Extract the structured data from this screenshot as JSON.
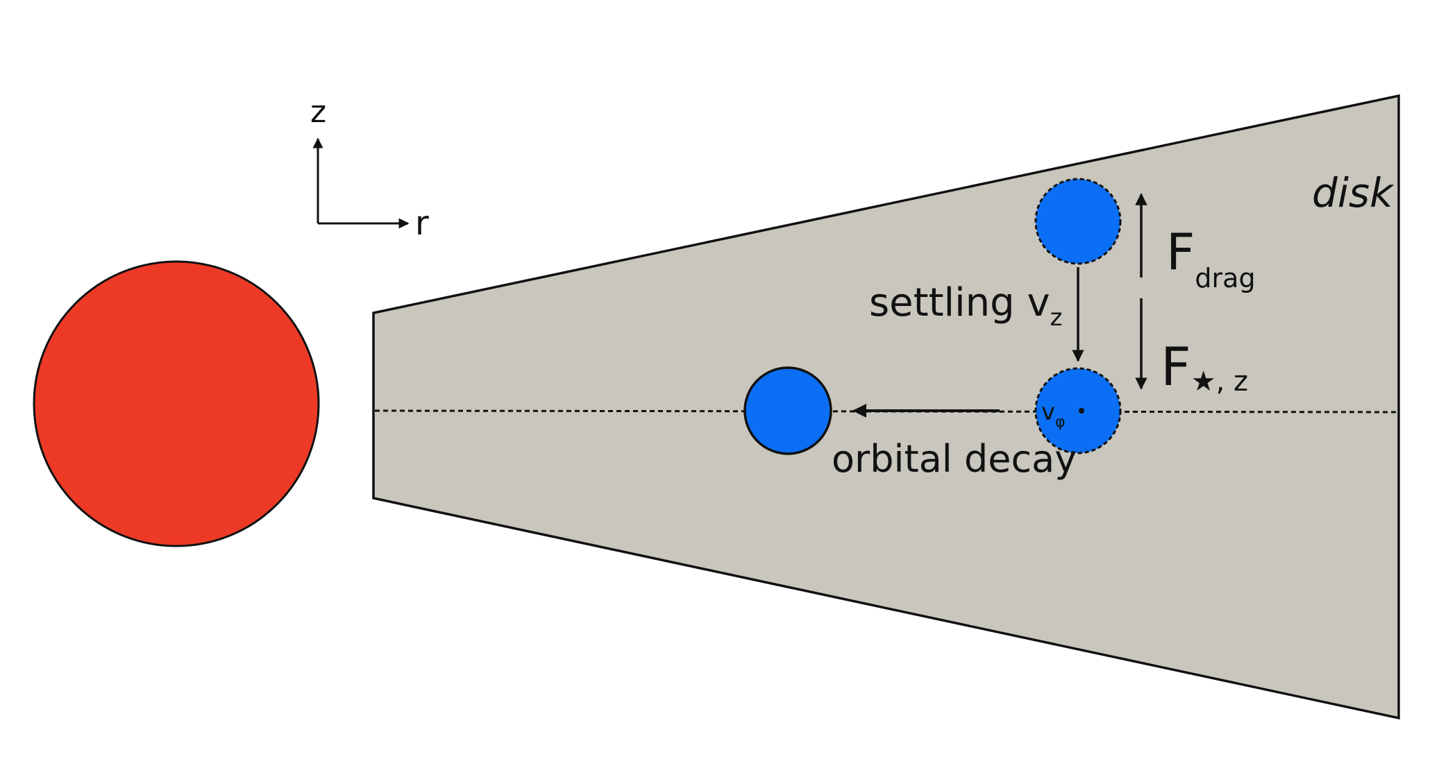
{
  "labels": {
    "axis_z": "z",
    "axis_r": "r",
    "disk": "disk",
    "settling": "settling v",
    "settling_sub": "z",
    "f_drag": "F",
    "f_drag_sub": "drag",
    "f_star": "F",
    "f_star_sub": "★, z",
    "v_phi": "v",
    "v_phi_sub": "φ",
    "orbital_decay": "orbital decay"
  },
  "colors": {
    "star": "#ec3a26",
    "disk": "#c8c6bd",
    "particle": "#0a6ff5",
    "ink": "#111111"
  }
}
